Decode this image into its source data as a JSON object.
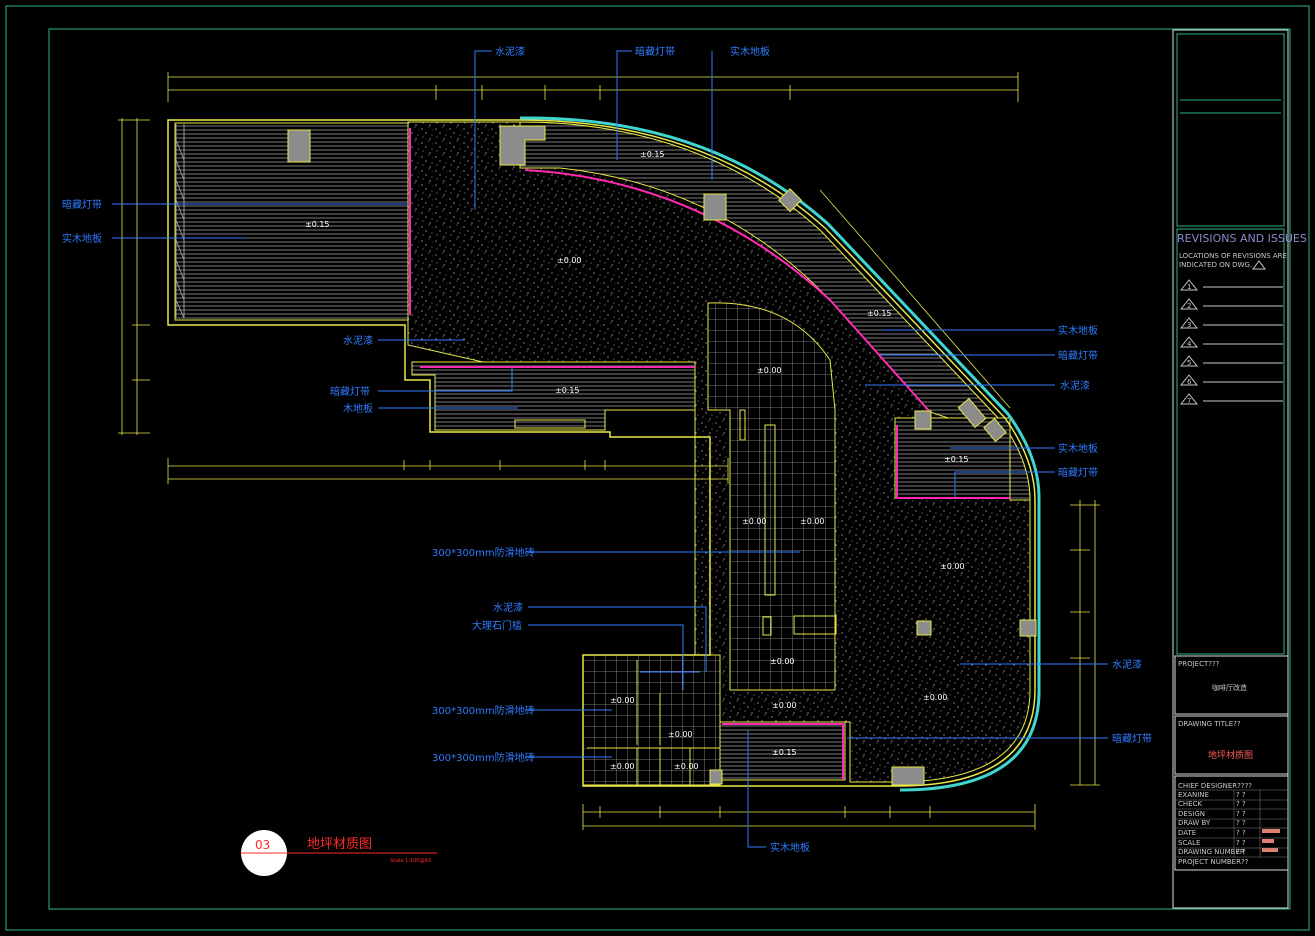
{
  "drawing": {
    "number": "03",
    "title": "地坪材质图",
    "scale": "Scale 1:100@A3"
  },
  "materials": {
    "cement_paint": "水泥漆",
    "hidden_light": "暗藏灯带",
    "solid_wood": "实木地板",
    "wood": "木地板",
    "anti_slip_tile": "300*300mm防滑地砖",
    "marble_sill": "大理石门槛"
  },
  "callouts": [
    {
      "text": "水泥漆"
    },
    {
      "text": "暗藏灯带"
    },
    {
      "text": "实木地板"
    },
    {
      "text": "暗藏灯带"
    },
    {
      "text": "实木地板"
    },
    {
      "text": "水泥漆"
    },
    {
      "text": "暗藏灯带"
    },
    {
      "text": "木地板"
    },
    {
      "text": "实木地板"
    },
    {
      "text": "暗藏灯带"
    },
    {
      "text": "水泥漆"
    },
    {
      "text": "实木地板"
    },
    {
      "text": "暗藏灯带"
    },
    {
      "text": "300*300mm防滑地砖"
    },
    {
      "text": "水泥漆"
    },
    {
      "text": "大理石门槛"
    },
    {
      "text": "300*300mm防滑地砖"
    },
    {
      "text": "300*300mm防滑地砖"
    },
    {
      "text": "水泥漆"
    },
    {
      "text": "暗藏灯带"
    },
    {
      "text": "实木地板"
    }
  ],
  "levels": [
    "±0.15",
    "±0.00",
    "±0.15",
    "±0.00",
    "±0.15",
    "±0.15",
    "±0.00",
    "±0.00",
    "±0.00",
    "±0.00",
    "±0.00",
    "±0.00",
    "±0.00",
    "±0.15",
    "±0.00",
    "±0.00",
    "±0.00",
    "±0.15"
  ],
  "title_block": {
    "revisions_title": "REVISIONS AND ISSUES",
    "revisions_note_1": "LOCATIONS OF REVISIONS ARE",
    "revisions_note_2": "INDICATED ON DWG.",
    "revision_numbers": [
      "1",
      "2",
      "3",
      "4",
      "5",
      "6",
      "7"
    ],
    "project_label": "PROJECT???",
    "project_value": "咖啡厅改造",
    "drawing_title_label": "DRAWING  TITLE??",
    "drawing_title_value": "地坪材质图",
    "rows": [
      {
        "label": "CHIEF DESIGNER????"
      },
      {
        "label": "EXANINE",
        "q": "?     ?"
      },
      {
        "label": "CHECK",
        "q": "?     ?"
      },
      {
        "label": "DESIGN",
        "q": "?     ?"
      },
      {
        "label": "DRAW BY",
        "q": "?     ?"
      },
      {
        "label": "DATE",
        "q": "?     ?"
      },
      {
        "label": "SCALE",
        "q": "?     ?"
      },
      {
        "label": "DRAWING NUMBER",
        "q": "?     ?"
      },
      {
        "label": "PROJECT NUMBER??"
      }
    ]
  },
  "colors": {
    "frame": "#2bb58a",
    "wall": "#e8e84a",
    "callout": "#2f7bff",
    "light_strip": "#ff2ab0",
    "glass": "#3fd6d0",
    "dim": "#e8e84a",
    "title_red": "#ff2a2a"
  }
}
